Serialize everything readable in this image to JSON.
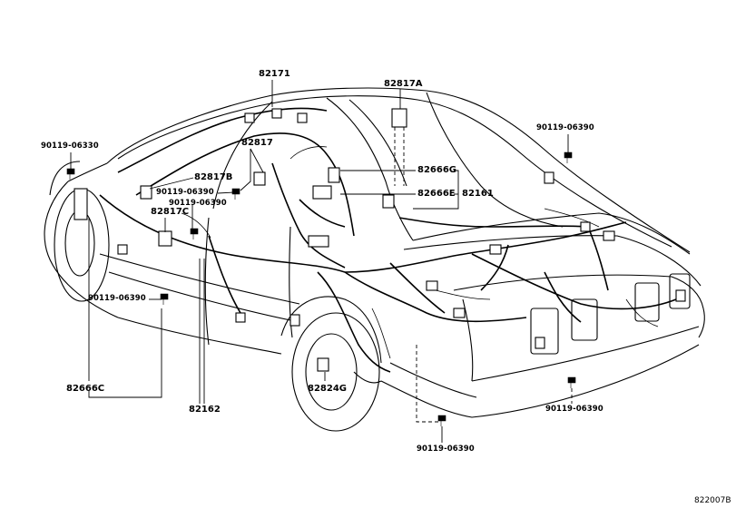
{
  "labels": {
    "p82171": "82171",
    "p82817A": "82817A",
    "p82817": "82817",
    "p82817B": "82817B",
    "p82817C": "82817C",
    "p82666G": "82666G",
    "p82666E": "82666E",
    "p82161": "82161",
    "p82666C": "82666C",
    "p82162": "82162",
    "p82824G": "82824G",
    "b_tl": "90119-06330",
    "b_tr": "90119-06390",
    "b_mid1": "90119-06390",
    "b_mid2": "90119-06390",
    "b_left": "90119-06390",
    "b_br1": "90119-06390",
    "b_br2": "90119-06390"
  },
  "diagram_code": "822007B"
}
